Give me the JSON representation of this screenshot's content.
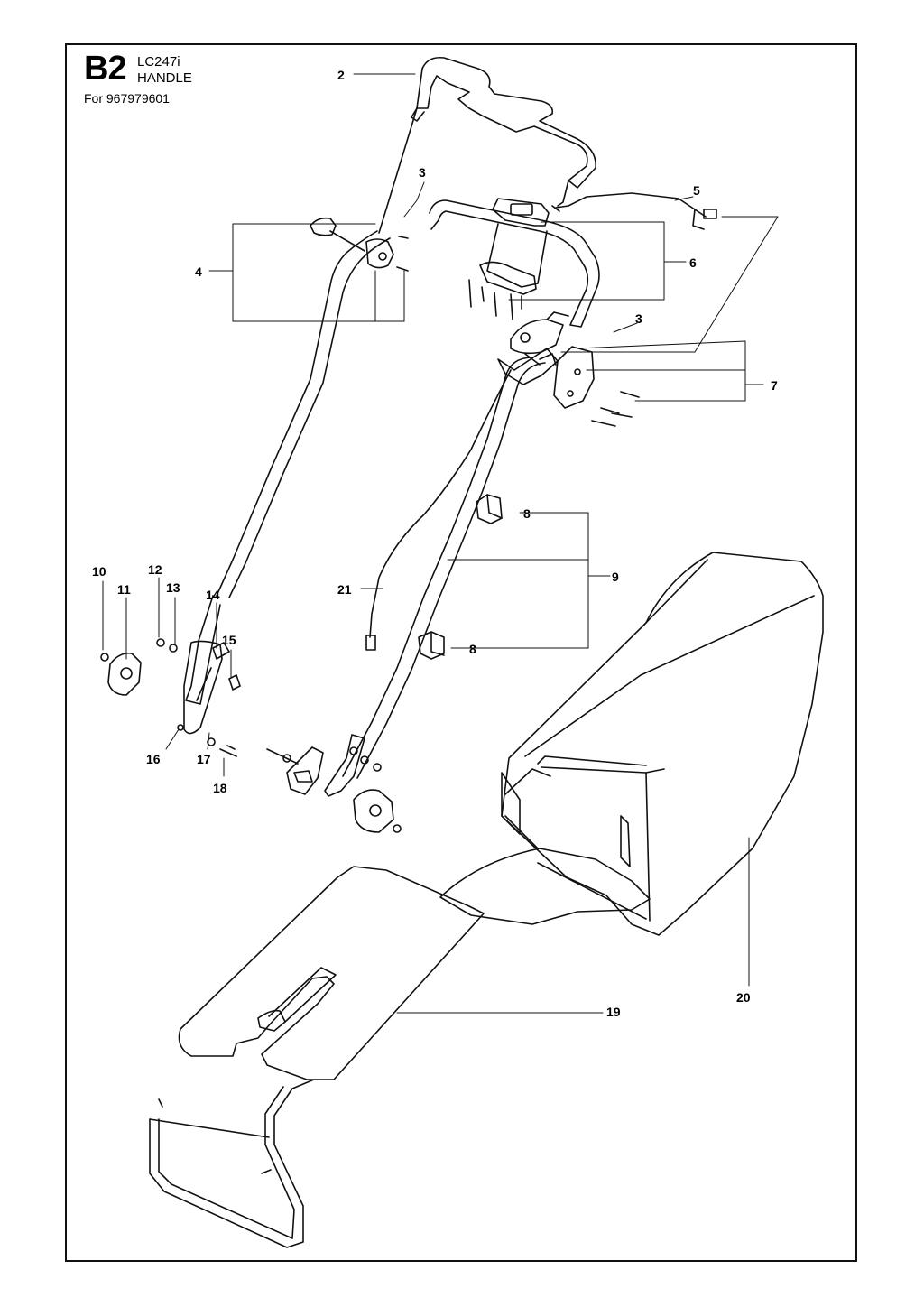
{
  "header": {
    "section_code": "B2",
    "model": "LC247i",
    "title": "HANDLE",
    "for_label": "For 967979601"
  },
  "callouts": [
    {
      "id": "callout-2",
      "label": "2"
    },
    {
      "id": "callout-3a",
      "label": "3"
    },
    {
      "id": "callout-3b",
      "label": "3"
    },
    {
      "id": "callout-4",
      "label": "4"
    },
    {
      "id": "callout-5",
      "label": "5"
    },
    {
      "id": "callout-6",
      "label": "6"
    },
    {
      "id": "callout-7",
      "label": "7"
    },
    {
      "id": "callout-8a",
      "label": "8"
    },
    {
      "id": "callout-8b",
      "label": "8"
    },
    {
      "id": "callout-9",
      "label": "9"
    },
    {
      "id": "callout-10",
      "label": "10"
    },
    {
      "id": "callout-11",
      "label": "11"
    },
    {
      "id": "callout-12",
      "label": "12"
    },
    {
      "id": "callout-13",
      "label": "13"
    },
    {
      "id": "callout-14",
      "label": "14"
    },
    {
      "id": "callout-15",
      "label": "15"
    },
    {
      "id": "callout-16",
      "label": "16"
    },
    {
      "id": "callout-17",
      "label": "17"
    },
    {
      "id": "callout-18",
      "label": "18"
    },
    {
      "id": "callout-19",
      "label": "19"
    },
    {
      "id": "callout-20",
      "label": "20"
    },
    {
      "id": "callout-21",
      "label": "21"
    }
  ]
}
